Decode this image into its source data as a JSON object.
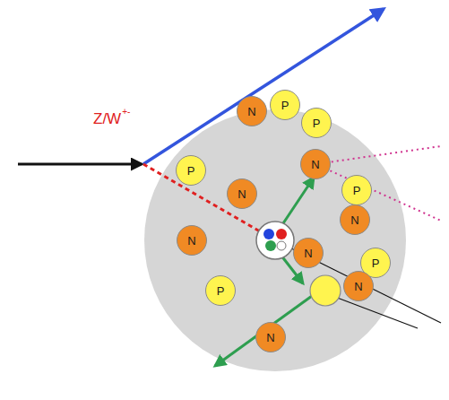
{
  "diagram": {
    "nodes": [
      {
        "text": [
          "P"
        ]
      },
      {
        "text": [
          "N"
        ]
      },
      {
        "text": [
          "P"
        ]
      },
      {
        "text": [
          "N"
        ]
      },
      {
        "text": [
          "P"
        ]
      },
      {
        "text": [
          "P"
        ]
      },
      {
        "text": [
          "N"
        ]
      },
      {
        "text": [
          "N"
        ]
      },
      {
        "text": [
          "N"
        ]
      },
      {
        "text": [
          "N"
        ]
      },
      {
        "text": [
          "P"
        ]
      },
      {
        "text": [
          "N"
        ]
      },
      {
        "text": [
          "P"
        ]
      },
      {
        "text": [
          "N"
        ]
      }
    ],
    "labels": [
      "Z/W",
      "+-"
    ]
  }
}
